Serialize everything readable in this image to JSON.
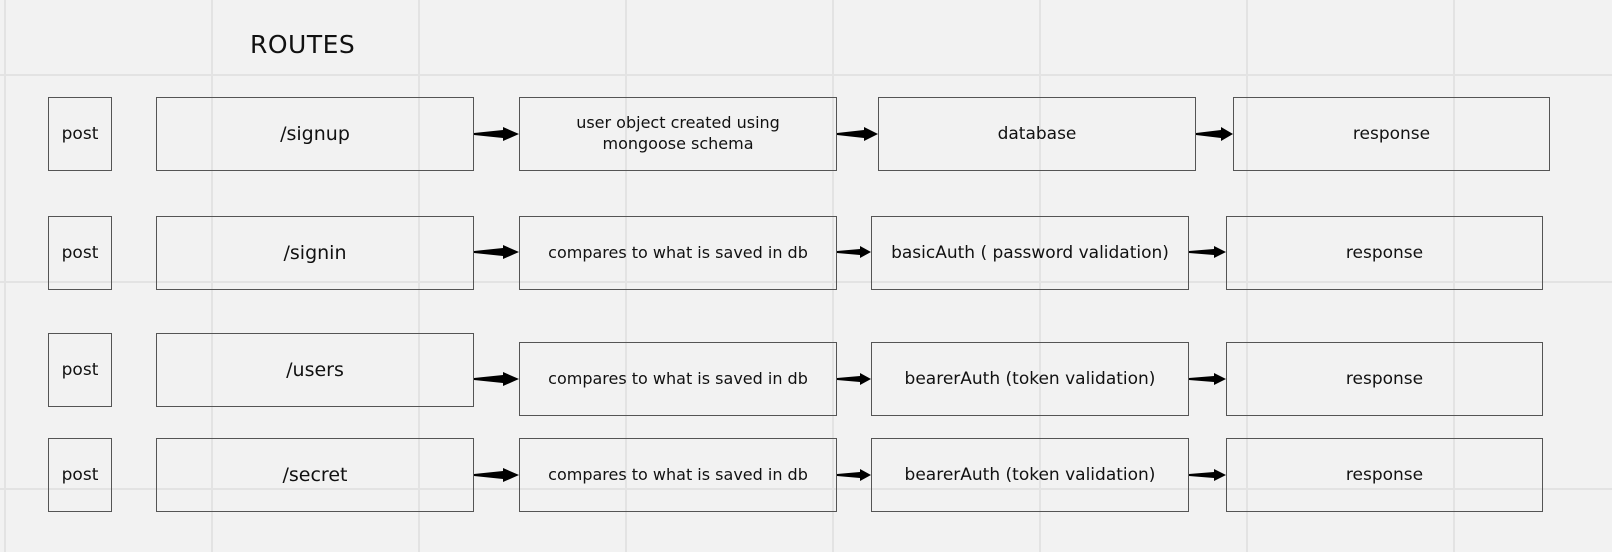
{
  "title": "ROUTES",
  "rows": [
    {
      "method": "post",
      "route": "/signup",
      "step": "user object created using mongoose schema",
      "auth": "database",
      "response": "response"
    },
    {
      "method": "post",
      "route": "/signin",
      "step": "compares to what is saved in db",
      "auth": "basicAuth ( password validation)",
      "response": "response"
    },
    {
      "method": "post",
      "route": "/users",
      "step": "compares to what is saved in db",
      "auth": "bearerAuth (token validation)",
      "response": "response"
    },
    {
      "method": "post",
      "route": "/secret",
      "step": "compares to what is saved in db",
      "auth": "bearerAuth (token validation)",
      "response": "response"
    }
  ]
}
